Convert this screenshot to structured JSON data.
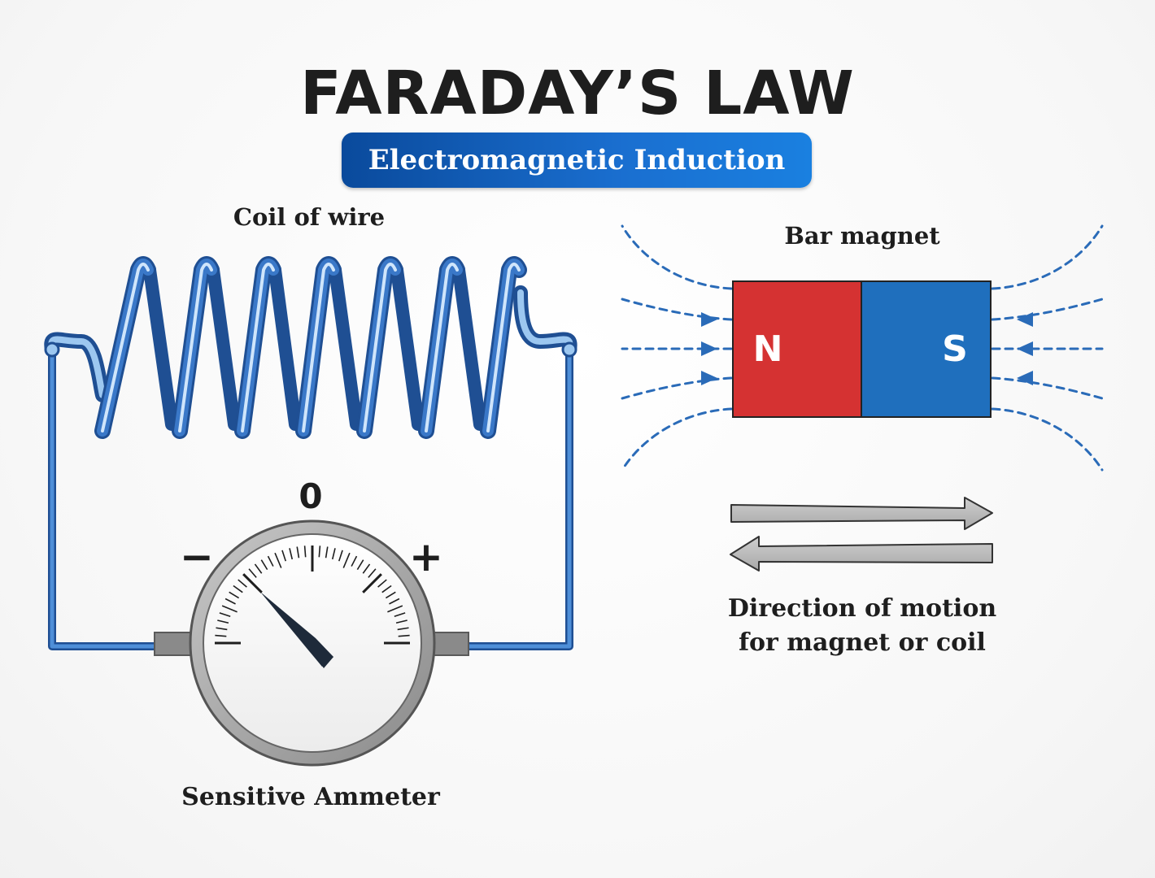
{
  "title": "FARADAY’S LAW",
  "subtitle": "Electromagnetic Induction",
  "labels": {
    "coil": "Coil of wire",
    "magnet": "Bar magnet",
    "ammeter": "Sensitive Ammeter",
    "motion_line1": "Direction of motion",
    "motion_line2": "for magnet or coil"
  },
  "ammeter": {
    "zero": "0",
    "minus": "−",
    "plus": "+"
  },
  "magnet": {
    "north": "N",
    "south": "S"
  },
  "colors": {
    "wire": "#3a78c8",
    "wire_dark": "#1f4f93",
    "north_pole": "#d53232",
    "south_pole": "#1f6fbd",
    "field_lines": "#2a6bb8",
    "arrow": "#b4b4b4",
    "subtitle_bg": "#1060c0"
  }
}
